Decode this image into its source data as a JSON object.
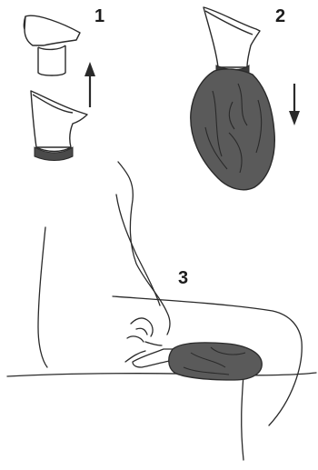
{
  "steps": [
    {
      "number": "1"
    },
    {
      "number": "2"
    },
    {
      "number": "3"
    }
  ],
  "colors": {
    "line": "#2a2a2a",
    "bag_fill": "#5a5a5a",
    "bag_edge": "#3a3a3a",
    "band": "#4a4a4a",
    "background": "#ffffff"
  },
  "icons": [
    "arrow-up-icon",
    "arrow-down-icon"
  ]
}
